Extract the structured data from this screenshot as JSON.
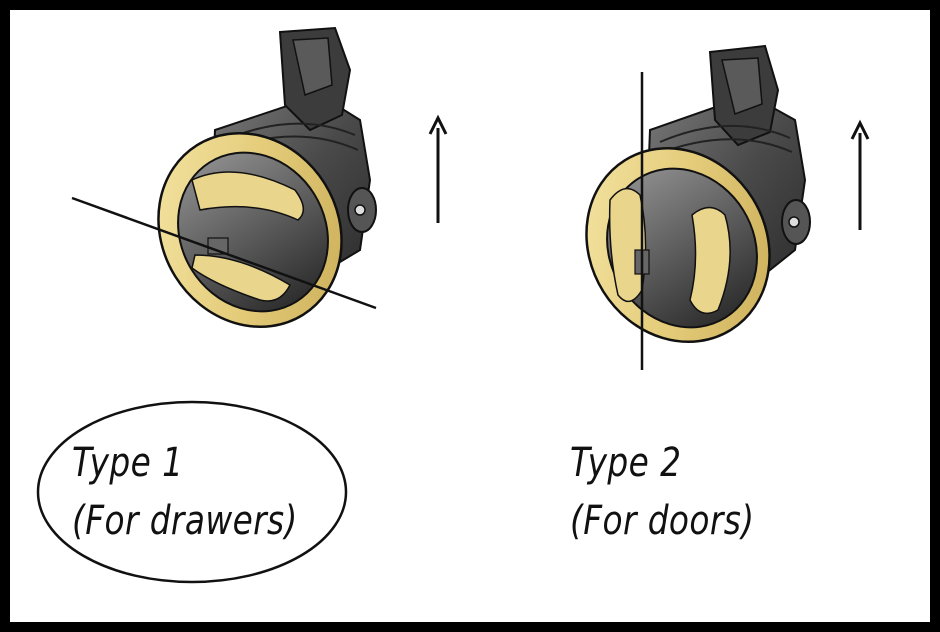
{
  "types": [
    {
      "title": "Type 1",
      "subtitle": "(For drawers)",
      "cut_orientation": "diagonal",
      "circled": true
    },
    {
      "title": "Type 2",
      "subtitle": "(For doors)",
      "cut_orientation": "vertical",
      "circled": false
    }
  ],
  "colors": {
    "frame": "#000000",
    "brass": "#e9d58c",
    "brass_dark": "#b89a42",
    "body": "#4a4a4a",
    "body_light": "#6e6e6e",
    "line": "#111111"
  },
  "icons": {
    "direction": "up-arrow-icon"
  }
}
